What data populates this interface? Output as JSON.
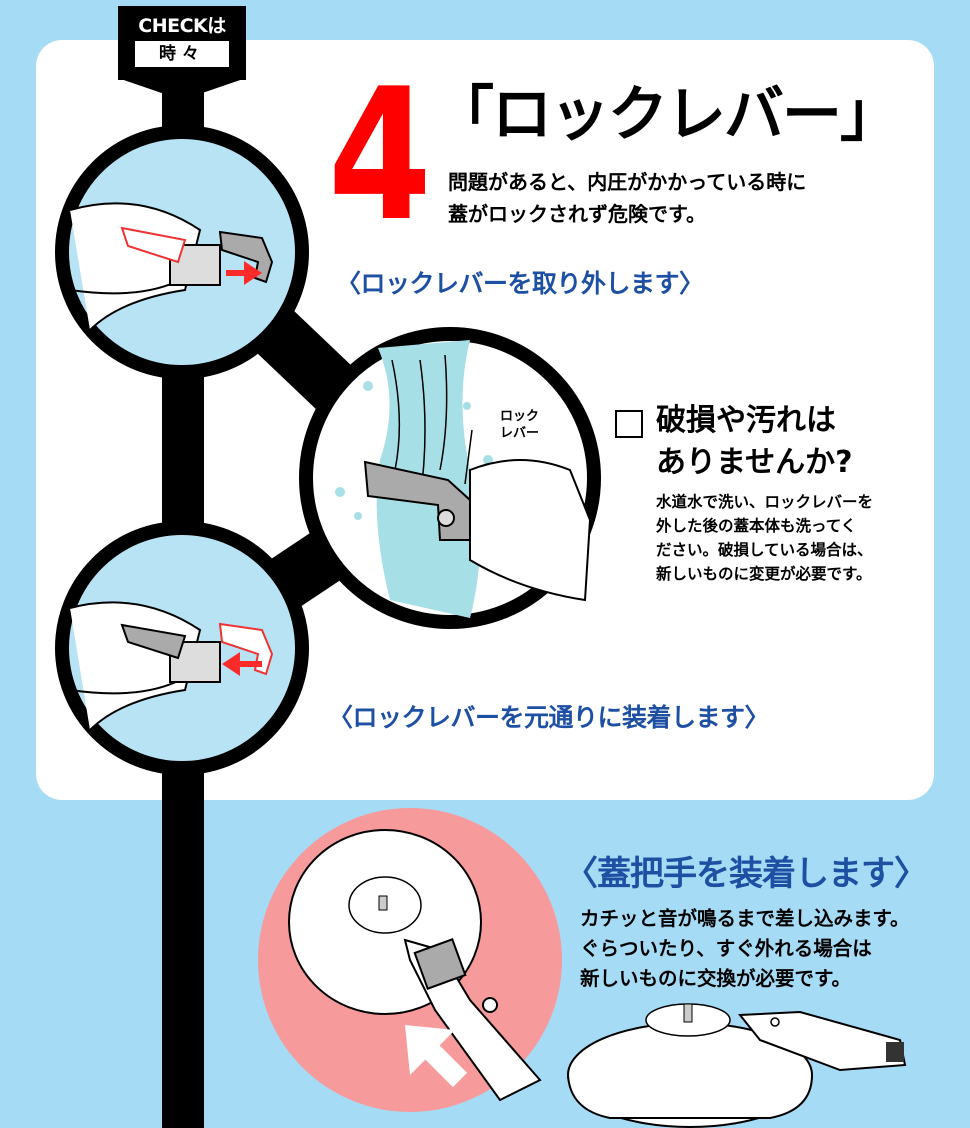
{
  "badge": {
    "top": "CHECKは",
    "bottom": "時々"
  },
  "step": {
    "number": "4",
    "title": "「ロックレバー」",
    "warning_lines": [
      "問題があると、内圧がかかっている時に",
      "蓋がロックされず危険です。"
    ]
  },
  "captions": {
    "remove": "〈ロックレバーを取り外します〉",
    "attach": "〈ロックレバーを元通りに装着します〉",
    "knob": "〈蓋把手を装着します〉"
  },
  "lever_label": [
    "ロック",
    "レバー"
  ],
  "checklist": {
    "question_lines": [
      "破損や汚れは",
      "ありませんか?"
    ],
    "detail_lines": [
      "水道水で洗い、ロックレバーを",
      "外した後の蓋本体も洗ってく",
      "ださい。破損している場合は、",
      "新しいものに変更が必要です。"
    ]
  },
  "knob": {
    "lines": [
      "カチッと音が鳴るまで差し込みます。",
      "ぐらついたり、すぐ外れる場合は",
      "新しいものに交換が必要です。"
    ]
  },
  "colors": {
    "background": "#a6dbf5",
    "card": "#ffffff",
    "accent_red": "#ff0000",
    "caption_blue": "#1d4fa3",
    "circle_bg": "#b7e3f4",
    "knob_circle": "#f79a9c"
  },
  "icons": [
    "arrow-right-icon",
    "arrow-left-icon",
    "arrow-up-left-icon",
    "checkbox-icon"
  ]
}
